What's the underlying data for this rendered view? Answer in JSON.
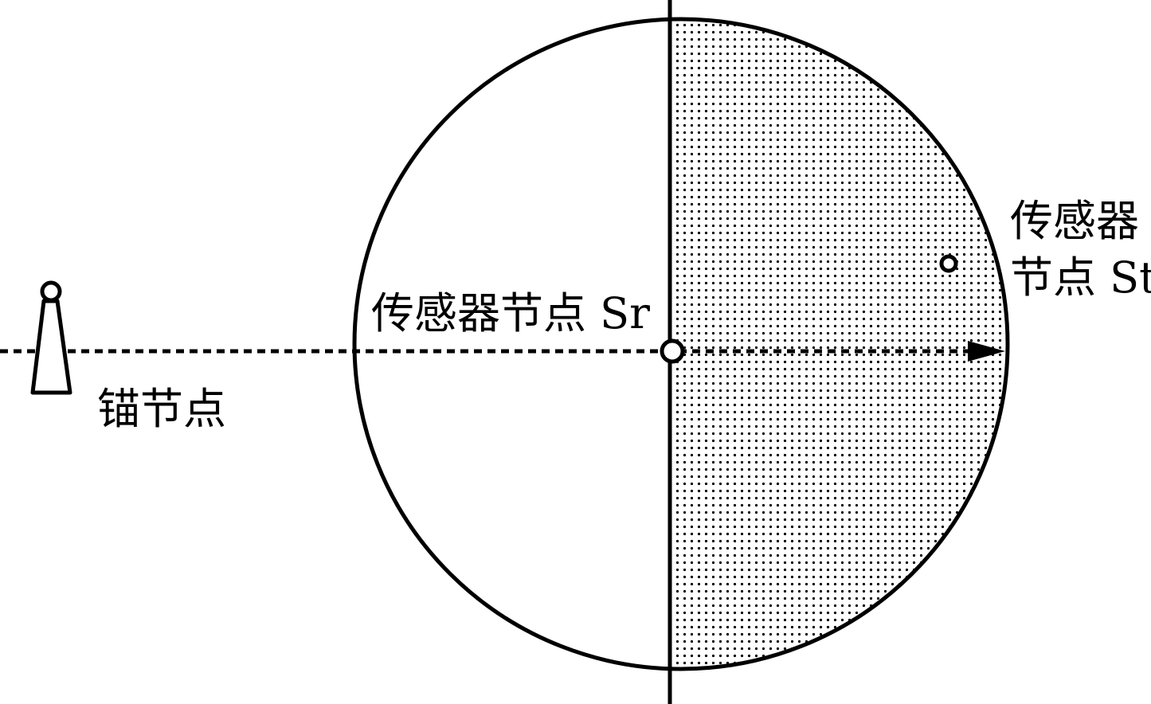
{
  "labels": {
    "anchor_node": "锚节点",
    "sensor_sr": "传感器节点 Sr",
    "sensor_st_line1": "传感器",
    "sensor_st_line2": "节点 St"
  },
  "colors": {
    "stroke": "#000000",
    "background": "#ffffff",
    "dot_pattern": "#000000"
  },
  "icons": {
    "anchor": "anchor-tower-icon",
    "sensor": "sensor-node-circle-icon",
    "arrow": "arrowhead-icon"
  }
}
